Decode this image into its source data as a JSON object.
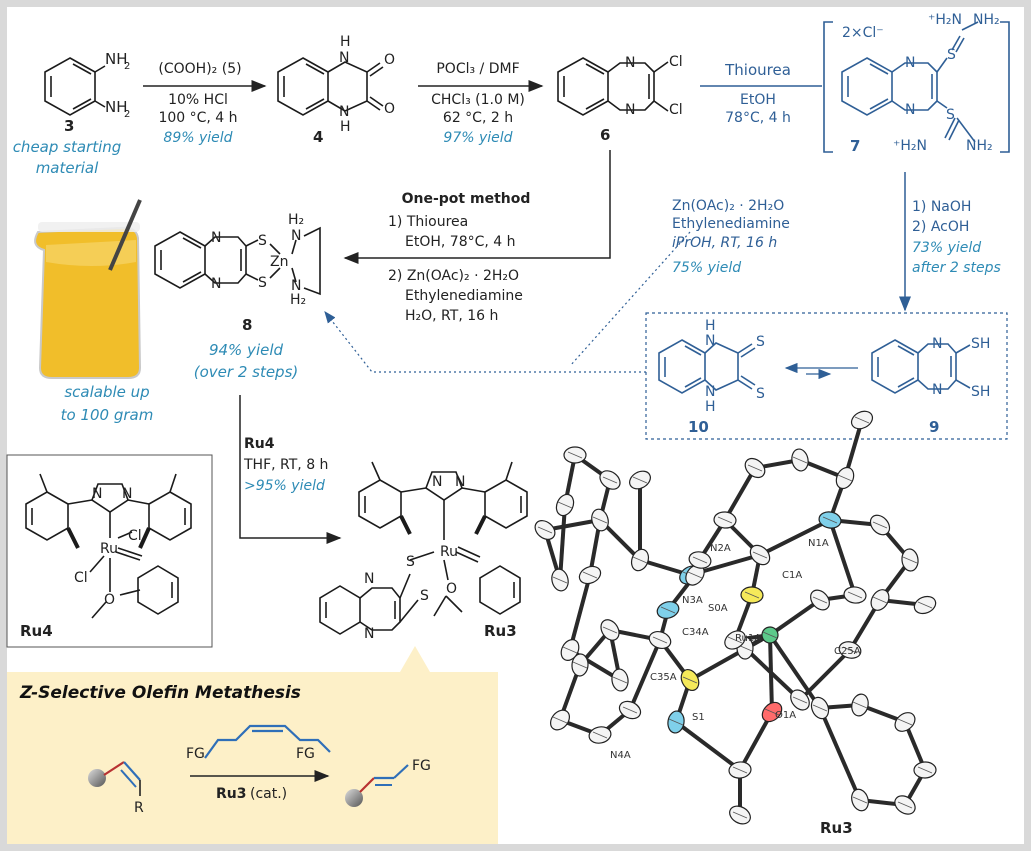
{
  "colors": {
    "frame": "#d9d9d9",
    "background": "#ffffff",
    "ink": "#222222",
    "blue_text": "#2f5f96",
    "teal_yield": "#2e8bb5",
    "callout_fill": "#fdf0c8",
    "beaker_yellow": "#f1be2a",
    "bond_red": "#b83232",
    "bond_blue": "#2f6fb8"
  },
  "icons": [
    "beaker-photo",
    "sphere-icon",
    "ortep-structure"
  ],
  "compounds": {
    "c3": {
      "label": "3",
      "atoms": [
        "NH",
        "2",
        "NH",
        "2"
      ],
      "note": [
        "cheap starting",
        "material"
      ]
    },
    "c4": {
      "label": "4",
      "atoms": [
        "H",
        "N",
        "O",
        "O",
        "N",
        "H"
      ]
    },
    "c6": {
      "label": "6",
      "atoms": [
        "N",
        "N",
        "Cl",
        "Cl"
      ]
    },
    "c7": {
      "label": "7",
      "counterion": "2×Cl⁻",
      "atoms": [
        "N",
        "N",
        "S",
        "S",
        "⁺H₂N",
        "NH₂",
        "⁺H₂N",
        "NH₂"
      ]
    },
    "c8": {
      "label": "8",
      "atoms": [
        "N",
        "N",
        "S",
        "S",
        "Zn",
        "H₂",
        "N",
        "N",
        "H₂"
      ],
      "yield": [
        "94% yield",
        "(over 2 steps)"
      ]
    },
    "c9": {
      "label": "9",
      "atoms": [
        "N",
        "N",
        "SH",
        "SH"
      ]
    },
    "c10": {
      "label": "10",
      "atoms": [
        "H",
        "N",
        "N",
        "H",
        "S",
        "S"
      ]
    },
    "ru4": {
      "label": "Ru4",
      "atoms": [
        "N",
        "N",
        "Ru",
        "Cl",
        "Cl",
        "O"
      ]
    },
    "ru3": {
      "label": "Ru3",
      "atoms": [
        "N",
        "N",
        "Ru",
        "S",
        "S",
        "O",
        "N",
        "N"
      ]
    }
  },
  "steps": {
    "s1": {
      "reagent": "(COOH)₂ (5)",
      "cond1": "10% HCl",
      "cond2": "100 °C, 4 h",
      "yield": "89% yield"
    },
    "s2": {
      "reagent": "POCl₃ / DMF",
      "cond1": "CHCl₃ (1.0 M)",
      "cond2": "62 °C, 2 h",
      "yield": "97% yield"
    },
    "s3": {
      "reagent": "Thiourea",
      "cond1": "EtOH",
      "cond2": "78°C, 4 h"
    },
    "s4": {
      "cond1": "1) NaOH",
      "cond2": "2) AcOH",
      "yield1": "73% yield",
      "yield2": "after 2 steps"
    },
    "s5": {
      "reagent": "Zn(OAc)₂ · 2H₂O",
      "cond1": "Ethylenediamine",
      "cond2": "iPrOH, RT, 16 h",
      "yield": "75% yield"
    },
    "onepot": {
      "title": "One-pot method",
      "l1": "1) Thiourea",
      "l2": "EtOH, 78°C, 4 h",
      "l3": "2) Zn(OAc)₂ · 2H₂O",
      "l4": "Ethylenediamine",
      "l5": "H₂O, RT, 16 h"
    },
    "s6": {
      "reagent": "Ru4",
      "cond": "THF, RT, 8 h",
      "yield": ">95% yield"
    }
  },
  "photo": {
    "caption": [
      "scalable up",
      "to 100 gram"
    ]
  },
  "callout": {
    "title": "Z-Selective Olefin Metathesis",
    "fg": "FG",
    "r": "R",
    "catalyst": "Ru3",
    "cat": "(cat.)"
  },
  "crystal": {
    "title": "Ru3",
    "atoms": [
      "N2A",
      "N1A",
      "C1A",
      "N3A",
      "S0A",
      "Ru1A",
      "C34A",
      "C25A",
      "C35A",
      "S1",
      "O1A",
      "N4A"
    ]
  }
}
